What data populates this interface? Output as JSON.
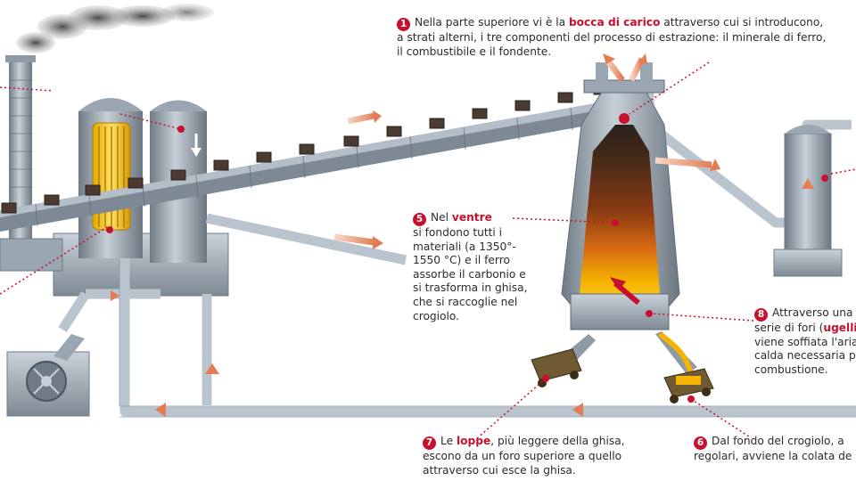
{
  "captions": {
    "c1": {
      "number": "1",
      "pre": "Nella parte superiore vi è la ",
      "keyword": "bocca di carico",
      "post": " attraverso cui si introducono,",
      "line2": "a strati alterni, i tre componenti del processo di estrazione: il minerale di ferro,",
      "line3": "il combustibile e il fondente."
    },
    "c5": {
      "number": "5",
      "pre": "Nel ",
      "keyword": "ventre",
      "lines": [
        "si fondono tutti i",
        "materiali (a 1350°-",
        "1550 °C) e il ferro",
        "assorbe il carbonio e",
        "si trasforma in ghisa,",
        "che si raccoglie nel",
        "crogiolo."
      ]
    },
    "c8": {
      "number": "8",
      "line1": "Attraverso una",
      "line2_pre": "serie di fori (",
      "line2_keyword": "ugelli",
      "lines": [
        "viene soffiata l'aria",
        "calda necessaria p",
        "combustione."
      ]
    },
    "c7": {
      "number": "7",
      "pre": "Le ",
      "keyword": "loppe",
      "post": ", più leggere della ghisa,",
      "line2": "escono da un foro superiore a quello",
      "line3": "attraverso cui esce la ghisa."
    },
    "c6": {
      "number": "6",
      "line1": "Dal fondo del crogiolo, a",
      "line2": "regolari, avviene la colata de"
    }
  },
  "colors": {
    "accent": "#c8102e",
    "steel": "#8e9aa6",
    "steel_dark": "#5f6b77",
    "pipe": "#b9c4ce",
    "molten": "#f4b400",
    "ember": "#e0561f"
  }
}
